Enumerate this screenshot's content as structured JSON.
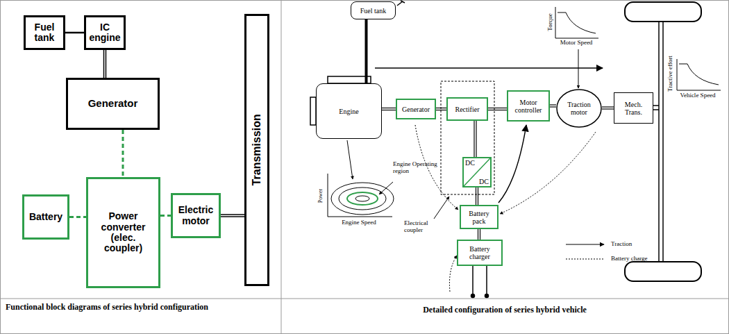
{
  "diagram": {
    "nodes": [
      {
        "text": [
          "Fuel tank"
        ]
      },
      {
        "text": [
          "IC engine"
        ]
      },
      {
        "text": [
          "Generator"
        ]
      },
      {
        "text": [
          "Battery"
        ]
      },
      {
        "text": [
          "Power converter (elec. coupler)"
        ]
      },
      {
        "text": [
          "Electric motor"
        ]
      },
      {
        "text": [
          "Transmission"
        ]
      },
      {
        "text": [
          "Fuel tank"
        ]
      },
      {
        "text": [
          "Engine"
        ]
      },
      {
        "text": [
          "Generator"
        ]
      },
      {
        "text": [
          "Rectifier"
        ]
      },
      {
        "text": [
          "Motor controller"
        ]
      },
      {
        "text": [
          "Traction motor"
        ]
      },
      {
        "text": [
          "Mech. Trans."
        ]
      },
      {
        "text": [
          "DC",
          "DC"
        ]
      },
      {
        "text": [
          "Battery pack"
        ]
      },
      {
        "text": [
          "Battery charger"
        ]
      }
    ],
    "edges": [
      {
        "from": 0,
        "to": 1,
        "arrow": "none"
      },
      {
        "from": 1,
        "to": 2,
        "arrow": "none"
      },
      {
        "from": 2,
        "to": 4,
        "arrow": "none"
      },
      {
        "from": 3,
        "to": 4,
        "arrow": "none"
      },
      {
        "from": 4,
        "to": 5,
        "arrow": "none"
      },
      {
        "from": 5,
        "to": 6,
        "arrow": "none"
      },
      {
        "from": 7,
        "to": 8,
        "arrow": "none"
      },
      {
        "from": 8,
        "to": 9,
        "arrow": "none"
      },
      {
        "from": 9,
        "to": 10,
        "arrow": "none"
      },
      {
        "from": 10,
        "to": 11,
        "arrow": "none"
      },
      {
        "from": 10,
        "to": 14,
        "arrow": "none"
      },
      {
        "from": 14,
        "to": 15,
        "arrow": "none"
      },
      {
        "from": 15,
        "to": 16,
        "arrow": "none"
      },
      {
        "from": 11,
        "to": 12,
        "arrow": "none"
      },
      {
        "from": 12,
        "to": 13,
        "arrow": "none"
      }
    ],
    "labels": [
      "Torque",
      "Motor Speed",
      "Tractive effort",
      "Vehicle Speed",
      "Power",
      "Engine Speed",
      "Engine Operating region",
      "Electrical coupler",
      "Functional block diagrams of  series hybrid configuration",
      "Detailed configuration of series hybrid vehicle"
    ],
    "legend": [
      {
        "text": "Traction"
      },
      {
        "text": "Battery charge"
      }
    ]
  }
}
